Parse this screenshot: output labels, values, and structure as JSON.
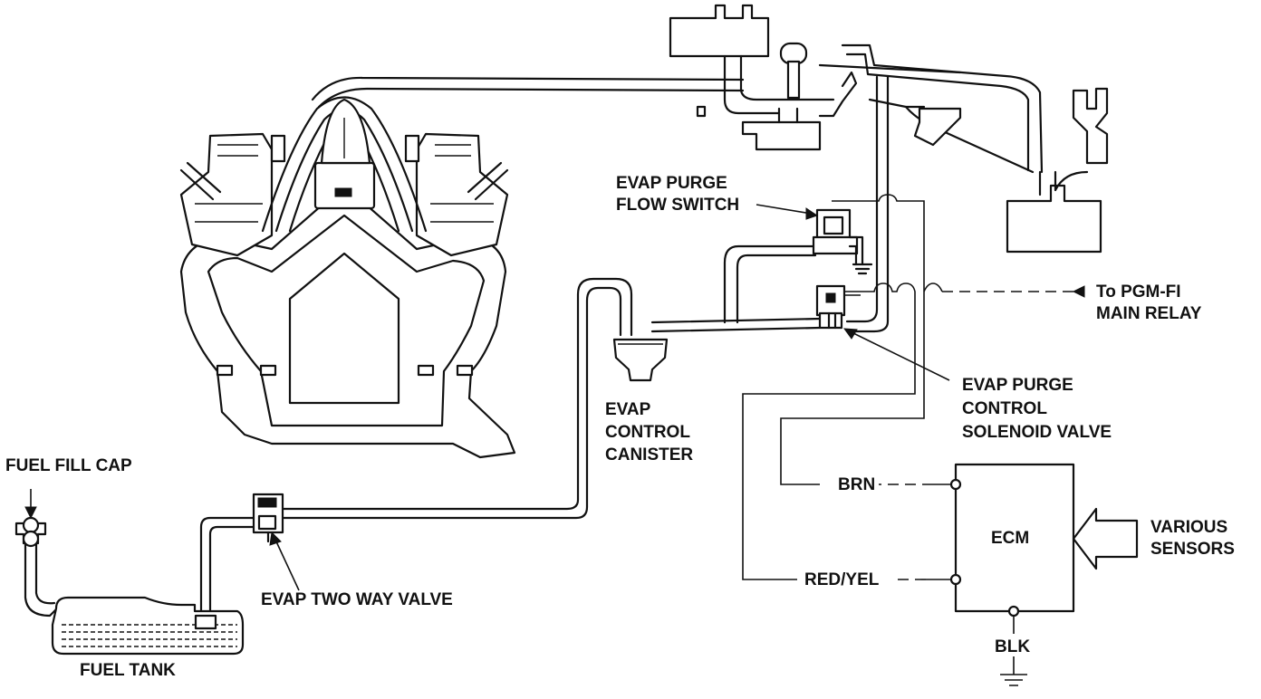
{
  "labels": {
    "evap_purge_flow_switch": [
      "EVAP PURGE",
      "FLOW SWITCH"
    ],
    "to_pgm_fi": [
      "To PGM-FI",
      "MAIN RELAY"
    ],
    "evap_purge_control_solenoid": [
      "EVAP PURGE",
      "CONTROL",
      "SOLENOID VALVE"
    ],
    "evap_control_canister": [
      "EVAP",
      "CONTROL",
      "CANISTER"
    ],
    "fuel_fill_cap": "FUEL FILL CAP",
    "evap_two_way_valve": "EVAP TWO WAY VALVE",
    "fuel_tank": "FUEL TANK",
    "ecm": "ECM",
    "various_sensors": [
      "VARIOUS",
      "SENSORS"
    ],
    "wire_brn": "BRN",
    "wire_red_yel": "RED/YEL",
    "wire_blk": "BLK"
  },
  "colors": {
    "ink": "#111111",
    "paper": "#ffffff"
  }
}
